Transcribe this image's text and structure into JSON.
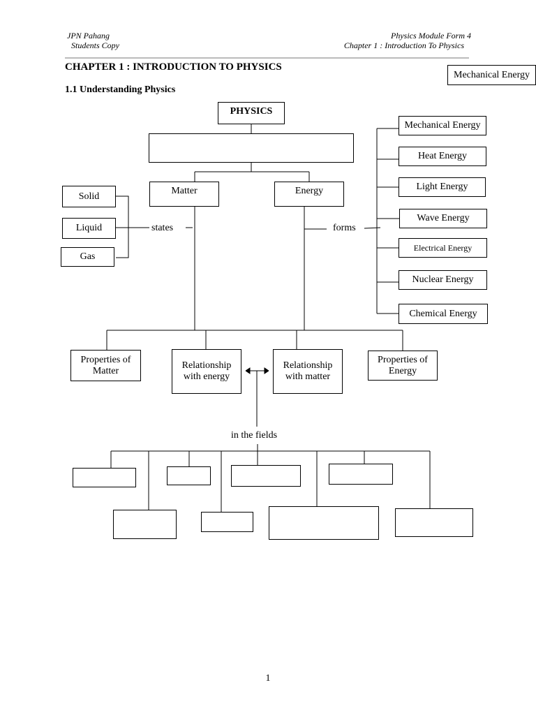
{
  "header": {
    "left_line1": "JPN Pahang",
    "left_line2": "Students Copy",
    "right_line1": "Physics Module Form 4",
    "right_line2": "Chapter 1 : Introduction To Physics"
  },
  "chapter_title": "CHAPTER 1 :  INTRODUCTION TO PHYSICS",
  "section_title": "1.1 Understanding Physics",
  "floating_label": "Mechanical Energy",
  "diagram": {
    "root": "PHYSICS",
    "matter": "Matter",
    "energy": "Energy",
    "states_label": "states",
    "forms_label": "forms",
    "states": [
      "Solid",
      "Liquid",
      "Gas"
    ],
    "forms": [
      "Mechanical Energy",
      "Heat Energy",
      "Light Energy",
      "Wave Energy",
      "Electrical Energy",
      "Nuclear Energy",
      "Chemical Energy"
    ],
    "properties_matter": "Properties of Matter",
    "relationship_energy": "Relationship with energy",
    "relationship_matter": "Relationship with matter",
    "properties_energy": "Properties of Energy",
    "fields_label": "in the fields"
  },
  "page_number": "1"
}
